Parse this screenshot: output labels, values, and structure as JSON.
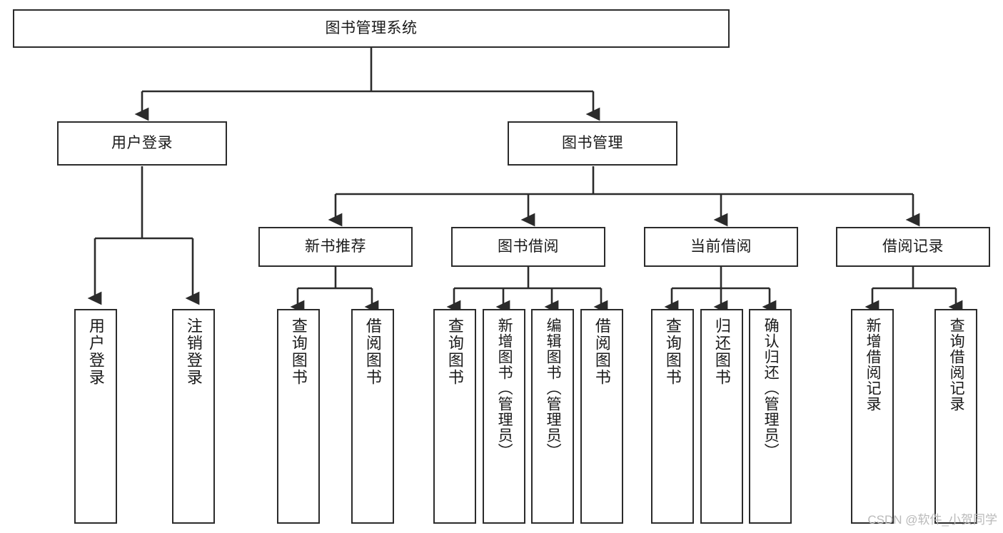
{
  "diagram": {
    "title": "图书管理系统",
    "type": "tree-hierarchy-chart",
    "watermark": "CSDN @软件_小贺同学",
    "colors": {
      "border": "#2b2b2b",
      "background": "#ffffff",
      "text": "#1a1a1a",
      "edge": "#2b2b2b",
      "watermark": "#b9b9b9"
    },
    "root": {
      "label": "图书管理系统"
    },
    "level2": [
      {
        "label": "用户登录"
      },
      {
        "label": "图书管理"
      }
    ],
    "level3": [
      {
        "label": "新书推荐"
      },
      {
        "label": "图书借阅"
      },
      {
        "label": "当前借阅"
      },
      {
        "label": "借阅记录"
      }
    ],
    "leaves": {
      "user_login": [
        {
          "label": "用户登录"
        },
        {
          "label": "注销登录"
        }
      ],
      "new_book_recommend": [
        {
          "label": "查询图书"
        },
        {
          "label": "借阅图书"
        }
      ],
      "book_borrow": [
        {
          "label": "查询图书"
        },
        {
          "label": "新增图书（管理员）"
        },
        {
          "label": "编辑图书（管理员）"
        },
        {
          "label": "借阅图书"
        }
      ],
      "current_borrow": [
        {
          "label": "查询图书"
        },
        {
          "label": "归还图书"
        },
        {
          "label": "确认归还（管理员）"
        }
      ],
      "borrow_record": [
        {
          "label": "新增借阅记录"
        },
        {
          "label": "查询借阅记录"
        }
      ]
    }
  }
}
